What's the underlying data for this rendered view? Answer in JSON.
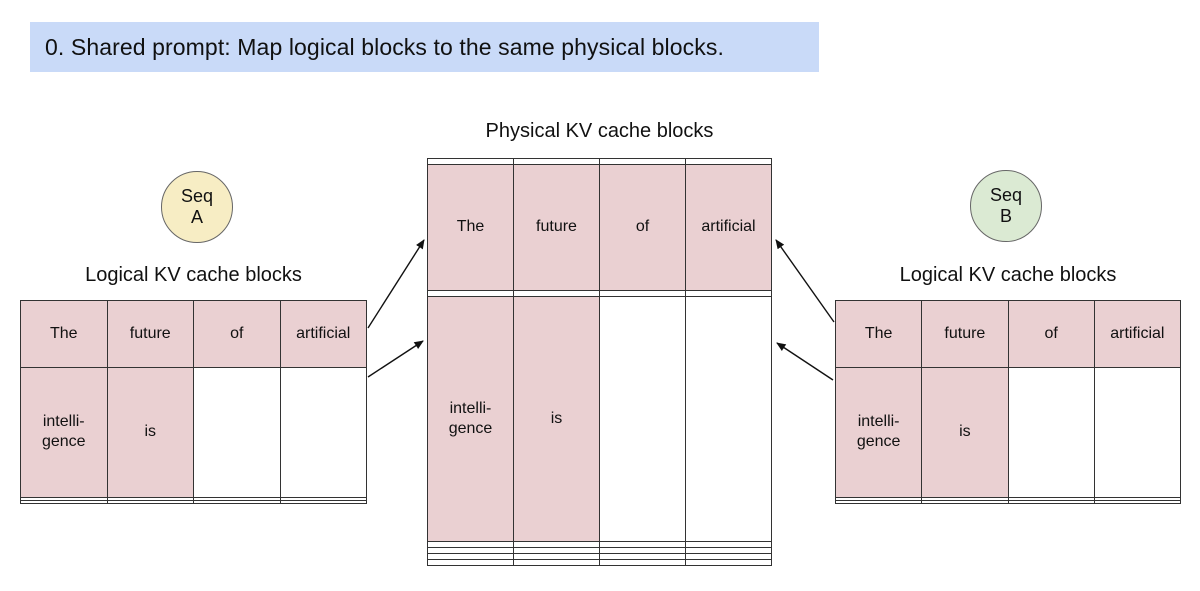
{
  "banner": {
    "text": "0. Shared prompt: Map logical blocks to the same physical blocks."
  },
  "colors": {
    "banner_bg": "#c9daf8",
    "cell_pink": "#ead0d2",
    "seq_a_bg": "#f7edc4",
    "seq_b_bg": "#dbead3",
    "table_border": "#333333",
    "arrow": "#111111"
  },
  "physical": {
    "title": "Physical KV cache blocks",
    "rows": 8,
    "cols": 4,
    "grid": [
      [
        {
          "t": "",
          "f": false
        },
        {
          "t": "",
          "f": false
        },
        {
          "t": "",
          "f": false
        },
        {
          "t": "",
          "f": false
        }
      ],
      [
        {
          "t": "The",
          "f": true
        },
        {
          "t": "future",
          "f": true
        },
        {
          "t": "of",
          "f": true
        },
        {
          "t": "artificial",
          "f": true
        }
      ],
      [
        {
          "t": "",
          "f": false
        },
        {
          "t": "",
          "f": false
        },
        {
          "t": "",
          "f": false
        },
        {
          "t": "",
          "f": false
        }
      ],
      [
        {
          "t": "intelli-\ngence",
          "f": true
        },
        {
          "t": "is",
          "f": true
        },
        {
          "t": "",
          "f": false
        },
        {
          "t": "",
          "f": false
        }
      ],
      [
        {
          "t": "",
          "f": false
        },
        {
          "t": "",
          "f": false
        },
        {
          "t": "",
          "f": false
        },
        {
          "t": "",
          "f": false
        }
      ],
      [
        {
          "t": "",
          "f": false
        },
        {
          "t": "",
          "f": false
        },
        {
          "t": "",
          "f": false
        },
        {
          "t": "",
          "f": false
        }
      ],
      [
        {
          "t": "",
          "f": false
        },
        {
          "t": "",
          "f": false
        },
        {
          "t": "",
          "f": false
        },
        {
          "t": "",
          "f": false
        }
      ],
      [
        {
          "t": "",
          "f": false
        },
        {
          "t": "",
          "f": false
        },
        {
          "t": "",
          "f": false
        },
        {
          "t": "",
          "f": false
        }
      ]
    ]
  },
  "logical_a": {
    "badge_top": "Seq",
    "badge_bottom": "A",
    "label": "Logical KV cache blocks",
    "rows": 4,
    "cols": 4,
    "grid": [
      [
        {
          "t": "The",
          "f": true
        },
        {
          "t": "future",
          "f": true
        },
        {
          "t": "of",
          "f": true
        },
        {
          "t": "artificial",
          "f": true
        }
      ],
      [
        {
          "t": "intelli-\ngence",
          "f": true
        },
        {
          "t": "is",
          "f": true
        },
        {
          "t": "",
          "f": false
        },
        {
          "t": "",
          "f": false
        }
      ],
      [
        {
          "t": "",
          "f": false
        },
        {
          "t": "",
          "f": false
        },
        {
          "t": "",
          "f": false
        },
        {
          "t": "",
          "f": false
        }
      ],
      [
        {
          "t": "",
          "f": false
        },
        {
          "t": "",
          "f": false
        },
        {
          "t": "",
          "f": false
        },
        {
          "t": "",
          "f": false
        }
      ]
    ]
  },
  "logical_b": {
    "badge_top": "Seq",
    "badge_bottom": "B",
    "label": "Logical KV cache blocks",
    "rows": 4,
    "cols": 4,
    "grid": [
      [
        {
          "t": "The",
          "f": true
        },
        {
          "t": "future",
          "f": true
        },
        {
          "t": "of",
          "f": true
        },
        {
          "t": "artificial",
          "f": true
        }
      ],
      [
        {
          "t": "intelli-\ngence",
          "f": true
        },
        {
          "t": "is",
          "f": true
        },
        {
          "t": "",
          "f": false
        },
        {
          "t": "",
          "f": false
        }
      ],
      [
        {
          "t": "",
          "f": false
        },
        {
          "t": "",
          "f": false
        },
        {
          "t": "",
          "f": false
        },
        {
          "t": "",
          "f": false
        }
      ],
      [
        {
          "t": "",
          "f": false
        },
        {
          "t": "",
          "f": false
        },
        {
          "t": "",
          "f": false
        },
        {
          "t": "",
          "f": false
        }
      ]
    ]
  }
}
